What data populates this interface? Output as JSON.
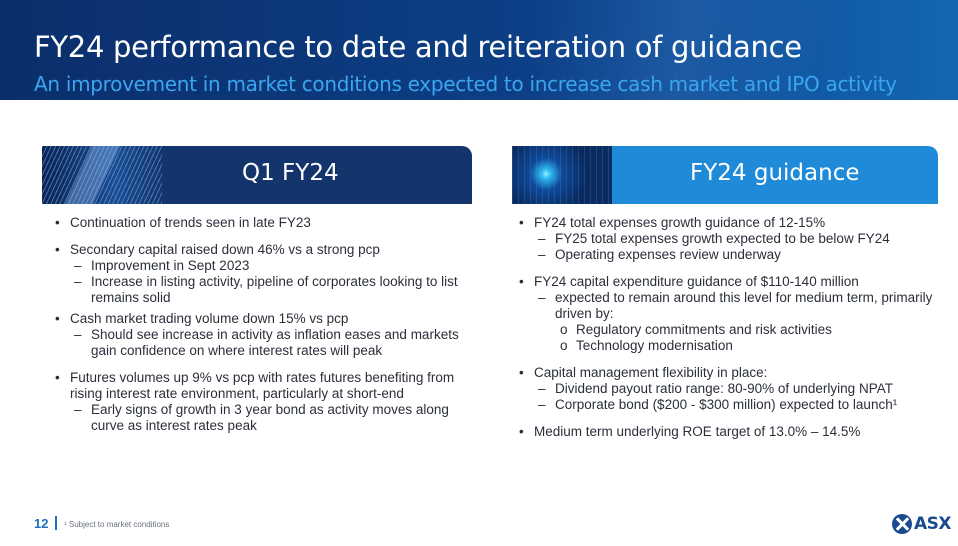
{
  "slide": {
    "title": "FY24 performance to date and reiteration of guidance",
    "subtitle": "An improvement in market conditions expected to increase cash market and IPO activity",
    "page_number": "12",
    "footnote": "¹ Subject to market conditions",
    "logo_text": "ASX"
  },
  "left_panel": {
    "heading": "Q1 FY24",
    "bullets": [
      "Continuation of trends seen in late FY23",
      "Secondary capital raised down 46% vs a strong pcp",
      "Improvement in Sept 2023",
      "Increase in listing activity, pipeline of corporates looking to list remains solid",
      "Cash market trading volume down 15% vs pcp",
      "Should see increase in activity as inflation eases and markets gain confidence on where interest rates will peak",
      "Futures volumes up 9% vs pcp with rates futures benefiting from rising interest rate environment, particularly at short-end",
      "Early signs of growth in 3 year bond as activity moves along curve as interest rates peak"
    ]
  },
  "right_panel": {
    "heading": "FY24 guidance",
    "bullets": [
      "FY24 total expenses growth guidance of 12-15%",
      "FY25 total expenses growth expected to be below FY24",
      "Operating expenses review underway",
      "FY24 capital expenditure guidance of $110-140 million",
      "expected to remain around this level for medium term, primarily driven by:",
      "Regulatory commitments and risk activities",
      "Technology modernisation",
      "Capital management flexibility in place:",
      "Dividend payout ratio range: 80-90% of underlying NPAT",
      "Corporate bond ($200 - $300 million) expected to launch¹",
      "Medium term underlying ROE target of 13.0% – 14.5%"
    ]
  },
  "colors": {
    "header_dark": "#0b2e6b",
    "subtitle_blue": "#3ba6f0",
    "left_heading_bg": "#13356c",
    "right_heading_bg": "#1e8ad8",
    "accent": "#1e6fc0"
  }
}
